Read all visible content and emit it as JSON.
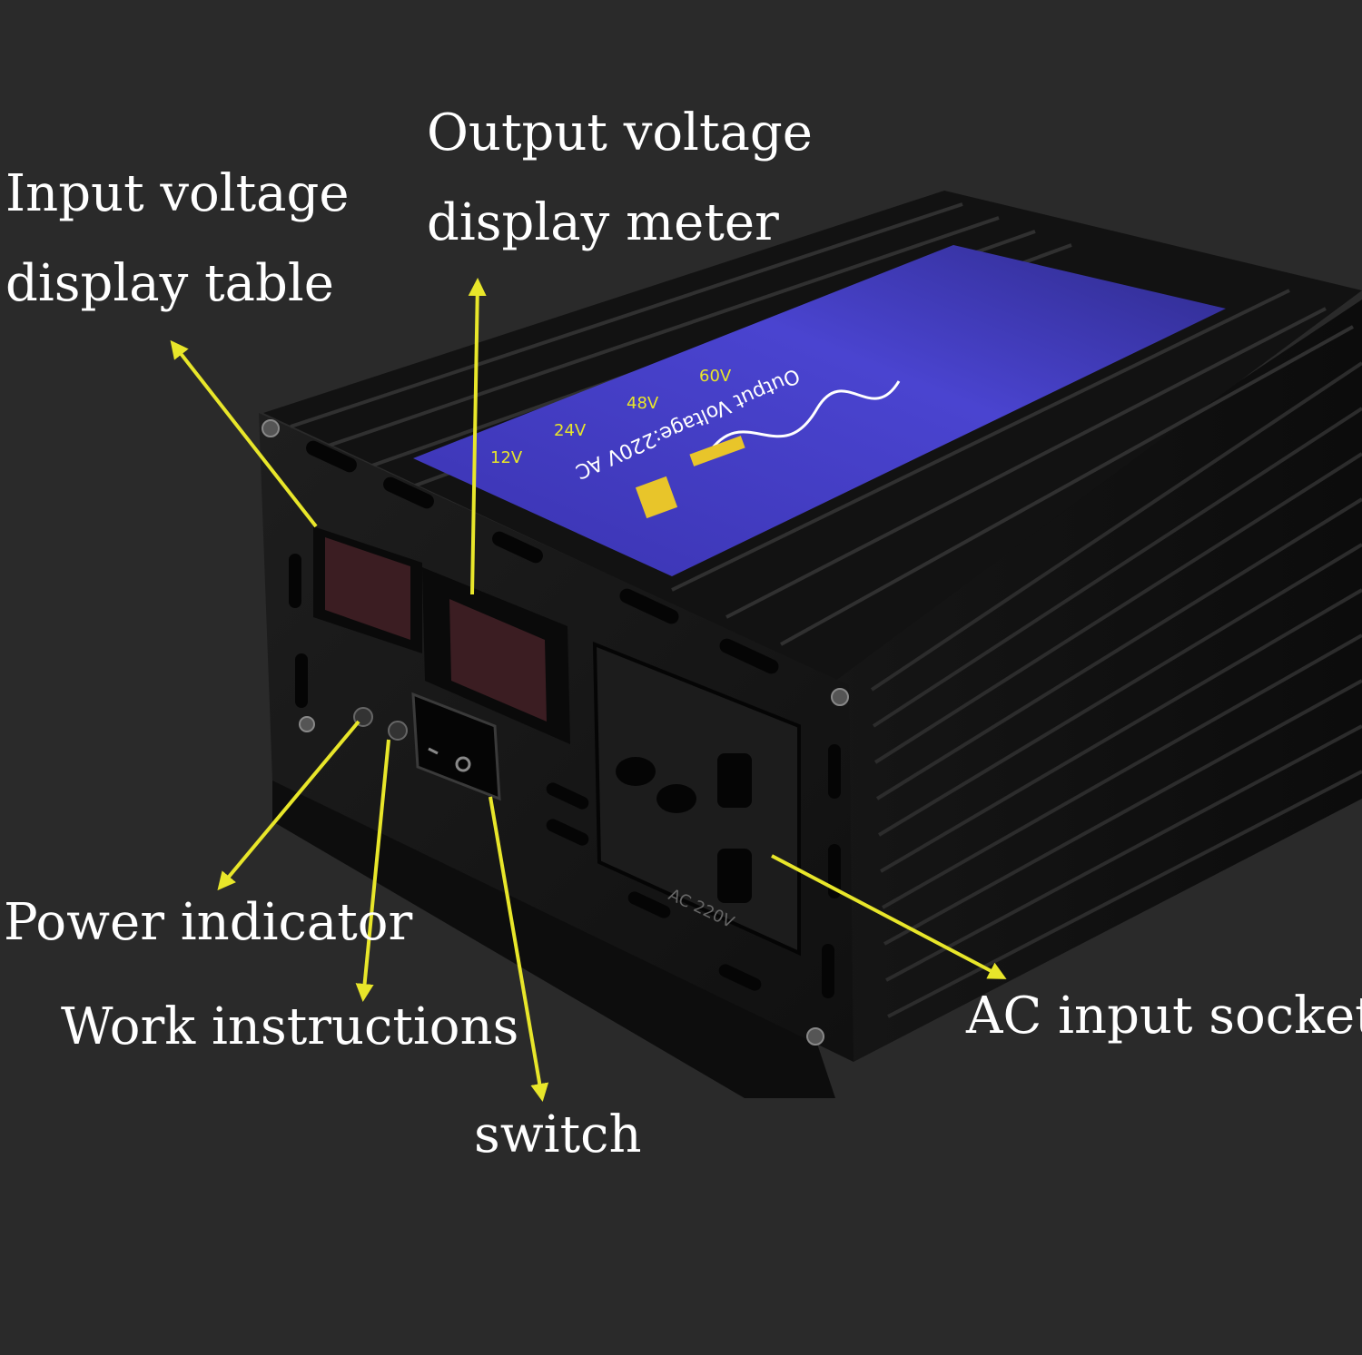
{
  "labels": {
    "input_voltage": {
      "line1": "Input voltage",
      "line2": "display table"
    },
    "output_voltage": {
      "line1": "Output voltage",
      "line2": "display meter"
    },
    "power_indicator": "Power indicator",
    "work_instructions": "Work instructions",
    "switch": "switch",
    "ac_input_socket": "AC input socket"
  },
  "product": {
    "label_text": "Output Voltage:220V AC",
    "socket_text": "AC 220V",
    "rating_chips": [
      "12V",
      "24V",
      "48V",
      "60V"
    ]
  },
  "colors": {
    "background": "#2a2a2a",
    "arrow": "#e8e62a",
    "label_panel": "#4a3fc4",
    "case": "#141414",
    "text": "#ffffff"
  }
}
